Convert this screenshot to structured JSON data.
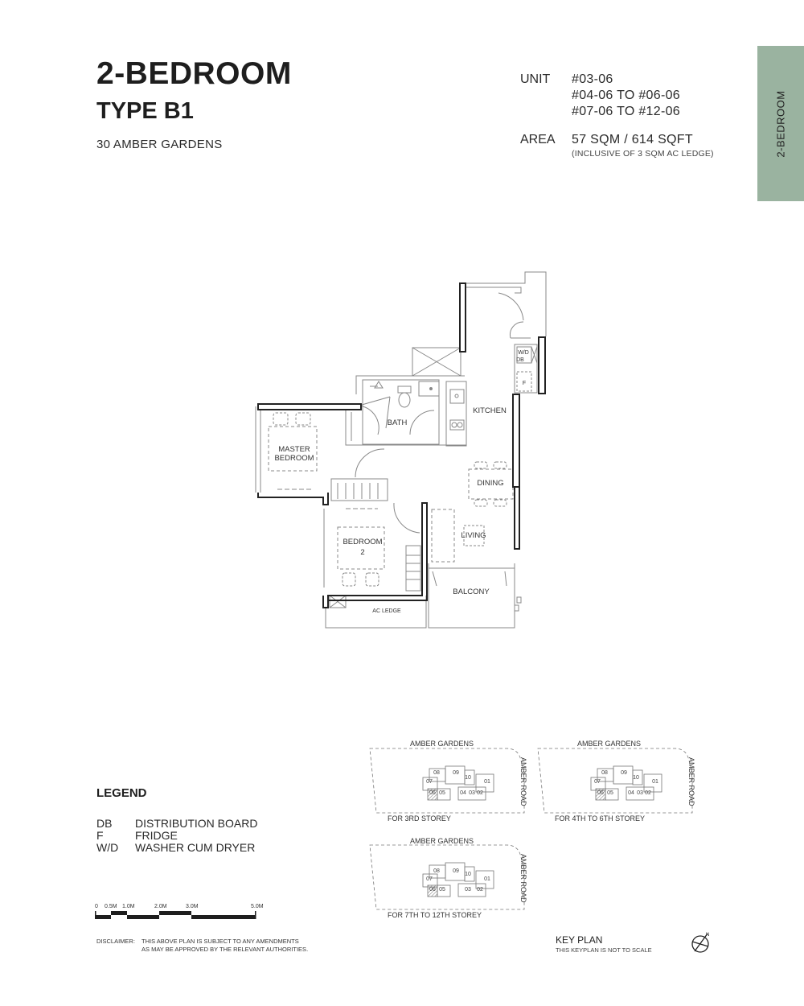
{
  "header": {
    "title": "2-BEDROOM",
    "type": "TYPE B1",
    "project": "30 AMBER GARDENS"
  },
  "specs": {
    "unit_label": "UNIT",
    "units": [
      "#03-06",
      "#04-06 TO #06-06",
      "#07-06 TO #12-06"
    ],
    "area_label": "AREA",
    "area_value": "57 SQM / 614 SQFT",
    "area_note": "(INCLUSIVE OF 3 SQM AC LEDGE)"
  },
  "side_tab": {
    "label": "2-BEDROOM",
    "color": "#9ab3a0"
  },
  "floor_plan": {
    "rooms": {
      "kitchen": "KITCHEN",
      "bath": "BATH",
      "master_bedroom_1": "MASTER",
      "master_bedroom_2": "BEDROOM",
      "dining": "DINING",
      "living": "LIVING",
      "bedroom2_1": "BEDROOM",
      "bedroom2_2": "2",
      "balcony": "BALCONY",
      "ac_ledge": "AC LEDGE"
    },
    "fixtures": {
      "wd": "W/D",
      "db": "DB",
      "fridge": "F"
    }
  },
  "legend": {
    "title": "LEGEND",
    "items": [
      {
        "code": "DB",
        "label": "DISTRIBUTION BOARD"
      },
      {
        "code": "F",
        "label": "FRIDGE"
      },
      {
        "code": "W/D",
        "label": "WASHER CUM DRYER"
      }
    ]
  },
  "scale_bar": {
    "ticks": [
      "0",
      "0.5M",
      "1.0M",
      "2.0M",
      "3.0M",
      "5.0M"
    ]
  },
  "disclaimer": {
    "label": "DISCLAIMER:",
    "line1": "THIS ABOVE PLAN IS SUBJECT TO ANY AMENDMENTS",
    "line2": "AS MAY BE APPROVED BY THE RELEVANT AUTHORITIES."
  },
  "key_plans": [
    {
      "top_label": "AMBER GARDENS",
      "side_label": "AMBER ROAD",
      "caption": "FOR 3RD STOREY",
      "units": [
        "08",
        "09",
        "10",
        "07",
        "01",
        "06",
        "05",
        "04",
        "03",
        "02"
      ]
    },
    {
      "top_label": "AMBER GARDENS",
      "side_label": "AMBER ROAD",
      "caption": "FOR 4TH TO 6TH STOREY",
      "units": [
        "08",
        "09",
        "10",
        "07",
        "01",
        "06",
        "05",
        "04",
        "03",
        "02"
      ]
    },
    {
      "top_label": "AMBER GARDENS",
      "side_label": "AMBER ROAD",
      "caption": "FOR 7TH TO 12TH STOREY",
      "units": [
        "08",
        "09",
        "10",
        "07",
        "01",
        "06",
        "05",
        "03",
        "02"
      ]
    }
  ],
  "key_plan_footer": {
    "title": "KEY PLAN",
    "note": "THIS KEYPLAN IS NOT TO SCALE"
  }
}
